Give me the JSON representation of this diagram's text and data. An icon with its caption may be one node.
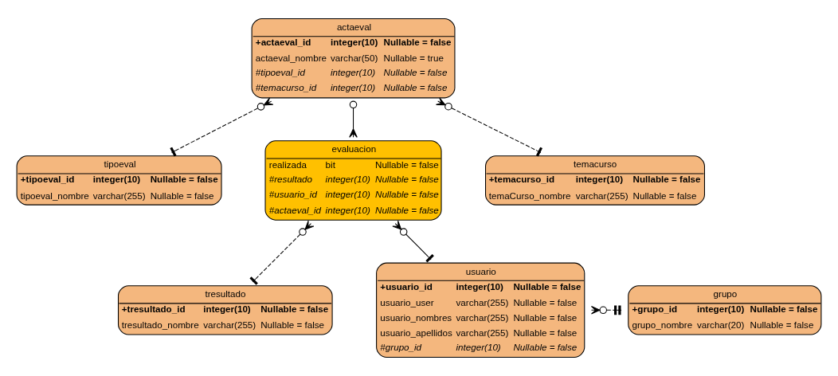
{
  "diagram": {
    "nodes": [
      {
        "text": [
          "actaeval",
          "+actaeval_id",
          "integer(10)",
          "Nullable = false",
          "actaeval_nombre",
          "varchar(50)",
          "Nullable = true",
          "#tipoeval_id",
          "integer(10)",
          "Nullable = false",
          "#temacurso_id",
          "integer(10)",
          "Nullable = false"
        ]
      },
      {
        "text": [
          "tipoeval",
          "+tipoeval_id",
          "integer(10)",
          "Nullable = false",
          "tipoeval_nombre",
          "varchar(255)",
          "Nullable = false"
        ]
      },
      {
        "text": [
          "evaluacion",
          "realizada",
          "bit",
          "Nullable = false",
          "#resultado",
          "integer(10)",
          "Nullable = false",
          "#usuario_id",
          "integer(10)",
          "Nullable = false",
          "#actaeval_id",
          "integer(10)",
          "Nullable = false"
        ]
      },
      {
        "text": [
          "temacurso",
          "+temacurso_id",
          "integer(10)",
          "Nullable = false",
          "temaCurso_nombre",
          "varchar(255)",
          "Nullable = false"
        ]
      },
      {
        "text": [
          "tresultado",
          "+tresultado_id",
          "integer(10)",
          "Nullable = false",
          "tresultado_nombre",
          "varchar(255)",
          "Nullable = false"
        ]
      },
      {
        "text": [
          "usuario",
          "+usuario_id",
          "integer(10)",
          "Nullable = false",
          "usuario_user",
          "varchar(255)",
          "Nullable = false",
          "usuario_nombres",
          "varchar(255)",
          "Nullable = false",
          "usuario_apellidos",
          "varchar(255)",
          "Nullable = false",
          "#grupo_id",
          "integer(10)",
          "Nullable = false"
        ]
      },
      {
        "text": [
          "grupo",
          "+grupo_id",
          "integer(10)",
          "Nullable = false",
          "grupo_nombre",
          "varchar(20)",
          "Nullable = false"
        ]
      }
    ],
    "edges": [
      {
        "from": 0,
        "to": 1,
        "arrow": "other",
        "style": "dashed"
      },
      {
        "from": 0,
        "to": 2,
        "arrow": "other"
      },
      {
        "from": 0,
        "to": 3,
        "arrow": "other",
        "style": "dashed"
      },
      {
        "from": 2,
        "to": 4,
        "arrow": "other",
        "style": "dashed"
      },
      {
        "from": 2,
        "to": 5,
        "arrow": "other"
      },
      {
        "from": 5,
        "to": 6,
        "arrow": "other",
        "style": "dashed"
      }
    ]
  }
}
